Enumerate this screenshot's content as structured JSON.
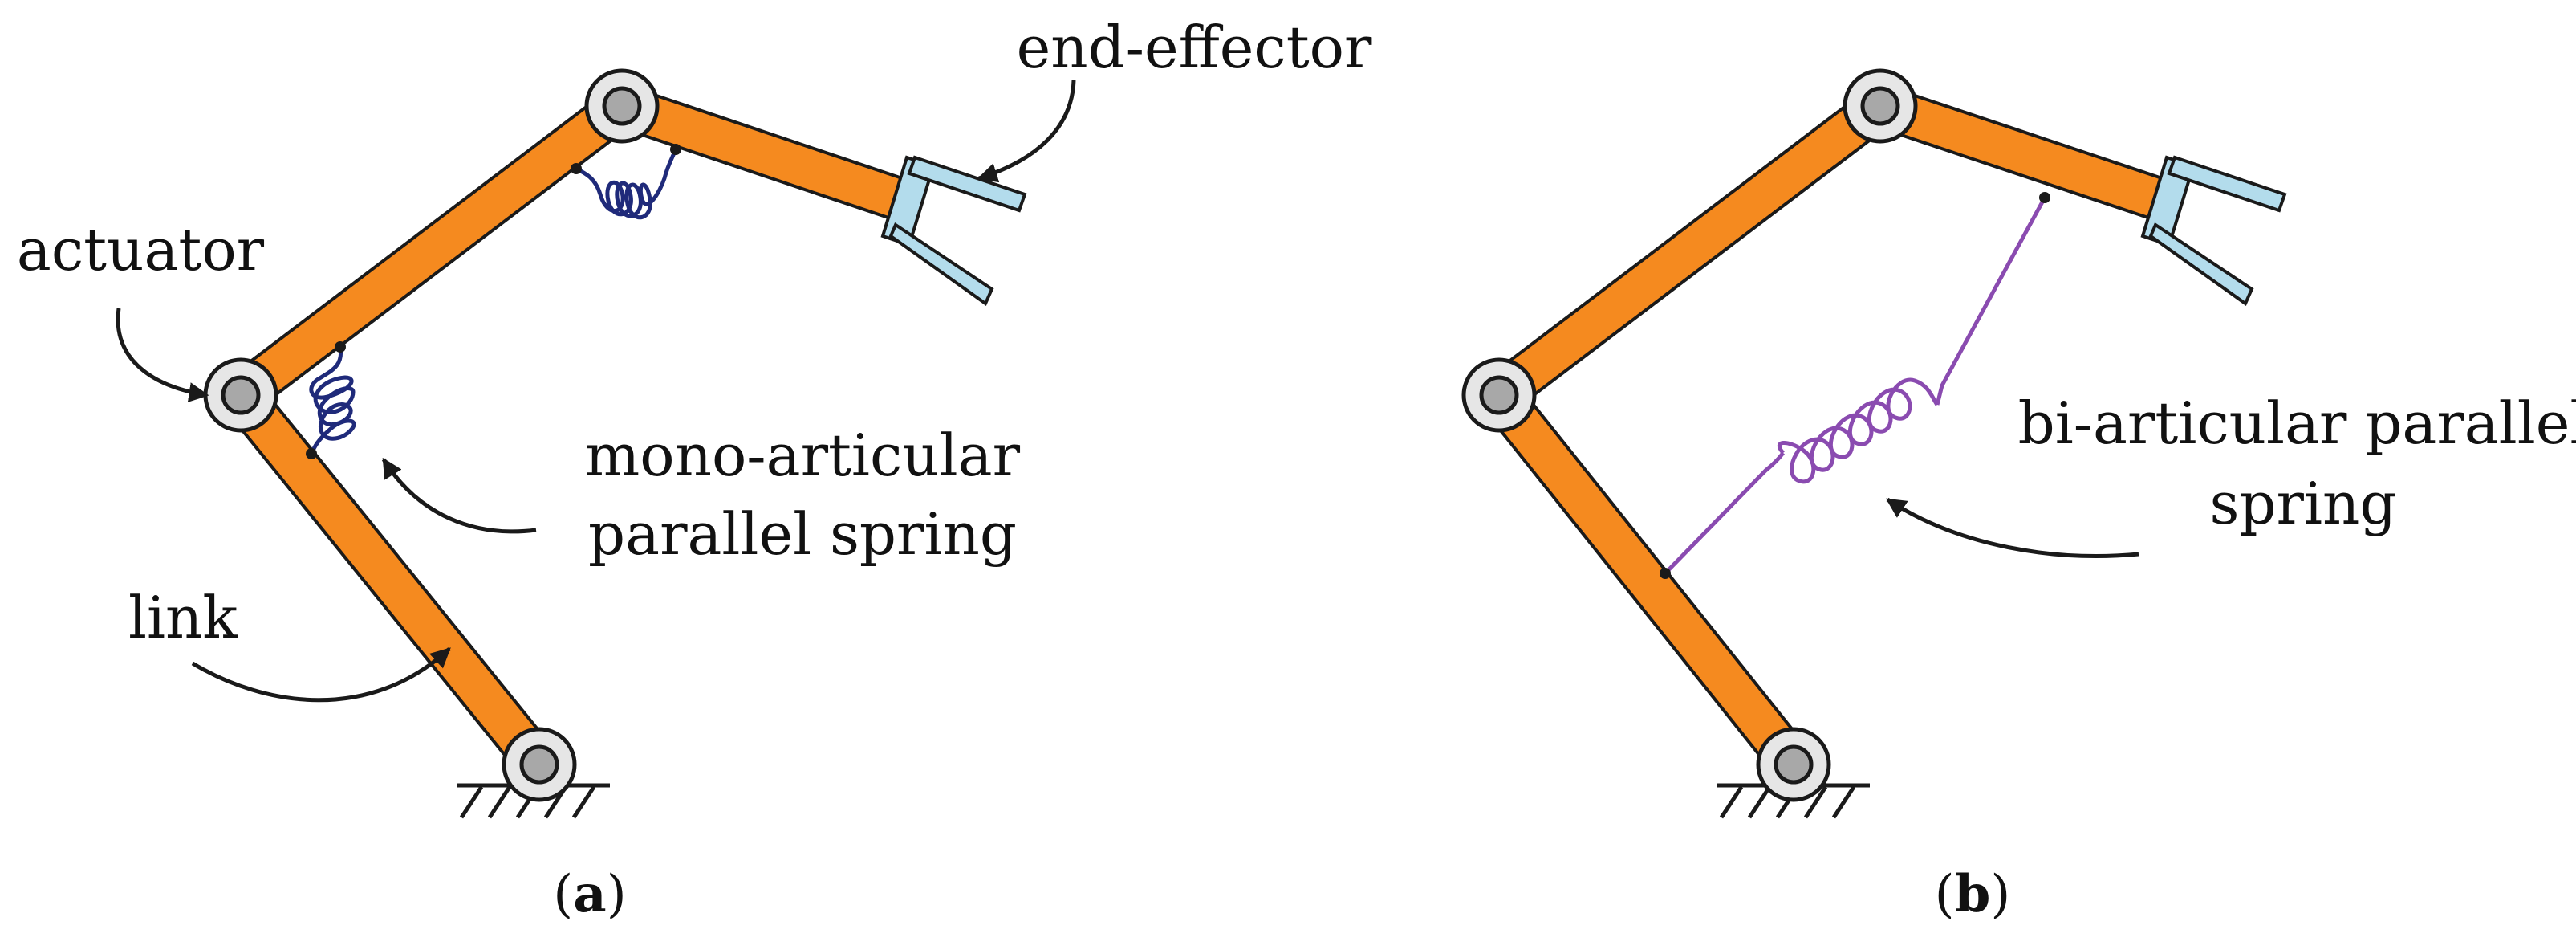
{
  "panel_a": {
    "caption_open": "(",
    "caption_letter": "a",
    "caption_close": ")",
    "label_end_effector": "end-effector",
    "label_actuator": "actuator",
    "label_spring_line1": "mono-articular",
    "label_spring_line2": "parallel spring",
    "label_link": "link"
  },
  "panel_b": {
    "caption_open": "(",
    "caption_letter": "b",
    "caption_close": ")",
    "label_spring_line1": "bi-articular parallel",
    "label_spring_line2": "spring"
  },
  "colors": {
    "link": "#f58a1f",
    "outline": "#1a1a1a",
    "joint_outer": "#e6e6e6",
    "joint_inner": "#a8a8a8",
    "gripper": "#b3dcec",
    "mono_spring": "#1f2a7a",
    "bi_spring": "#8a4bb0",
    "text": "#111111"
  },
  "icons": {
    "joint": "revolute-joint-icon",
    "ground": "ground-hatch-icon",
    "gripper": "gripper-icon",
    "spring": "coil-spring-icon",
    "arrow": "curved-arrow-icon"
  }
}
